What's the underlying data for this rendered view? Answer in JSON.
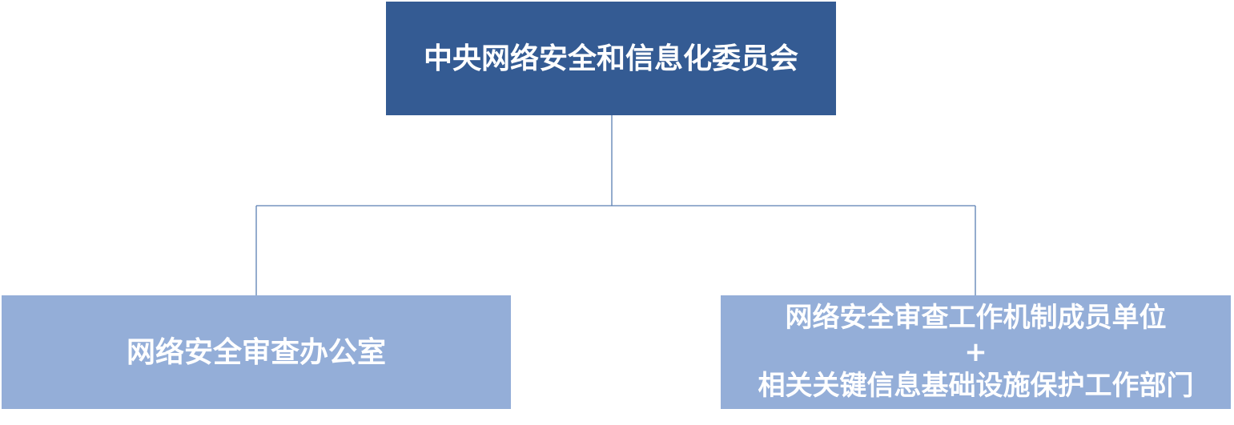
{
  "diagram": {
    "top_node": {
      "label": "中央网络安全和信息化委员会"
    },
    "left_node": {
      "label": "网络安全审查办公室"
    },
    "right_node": {
      "line1": "网络安全审查工作机制成员单位",
      "line2": "+",
      "line3": "相关关键信息基础设施保护工作部门"
    },
    "colors": {
      "top_fill": "#345b93",
      "child_fill": "#94aed8",
      "connector": "#5b7fb2",
      "text": "#ffffff"
    }
  }
}
